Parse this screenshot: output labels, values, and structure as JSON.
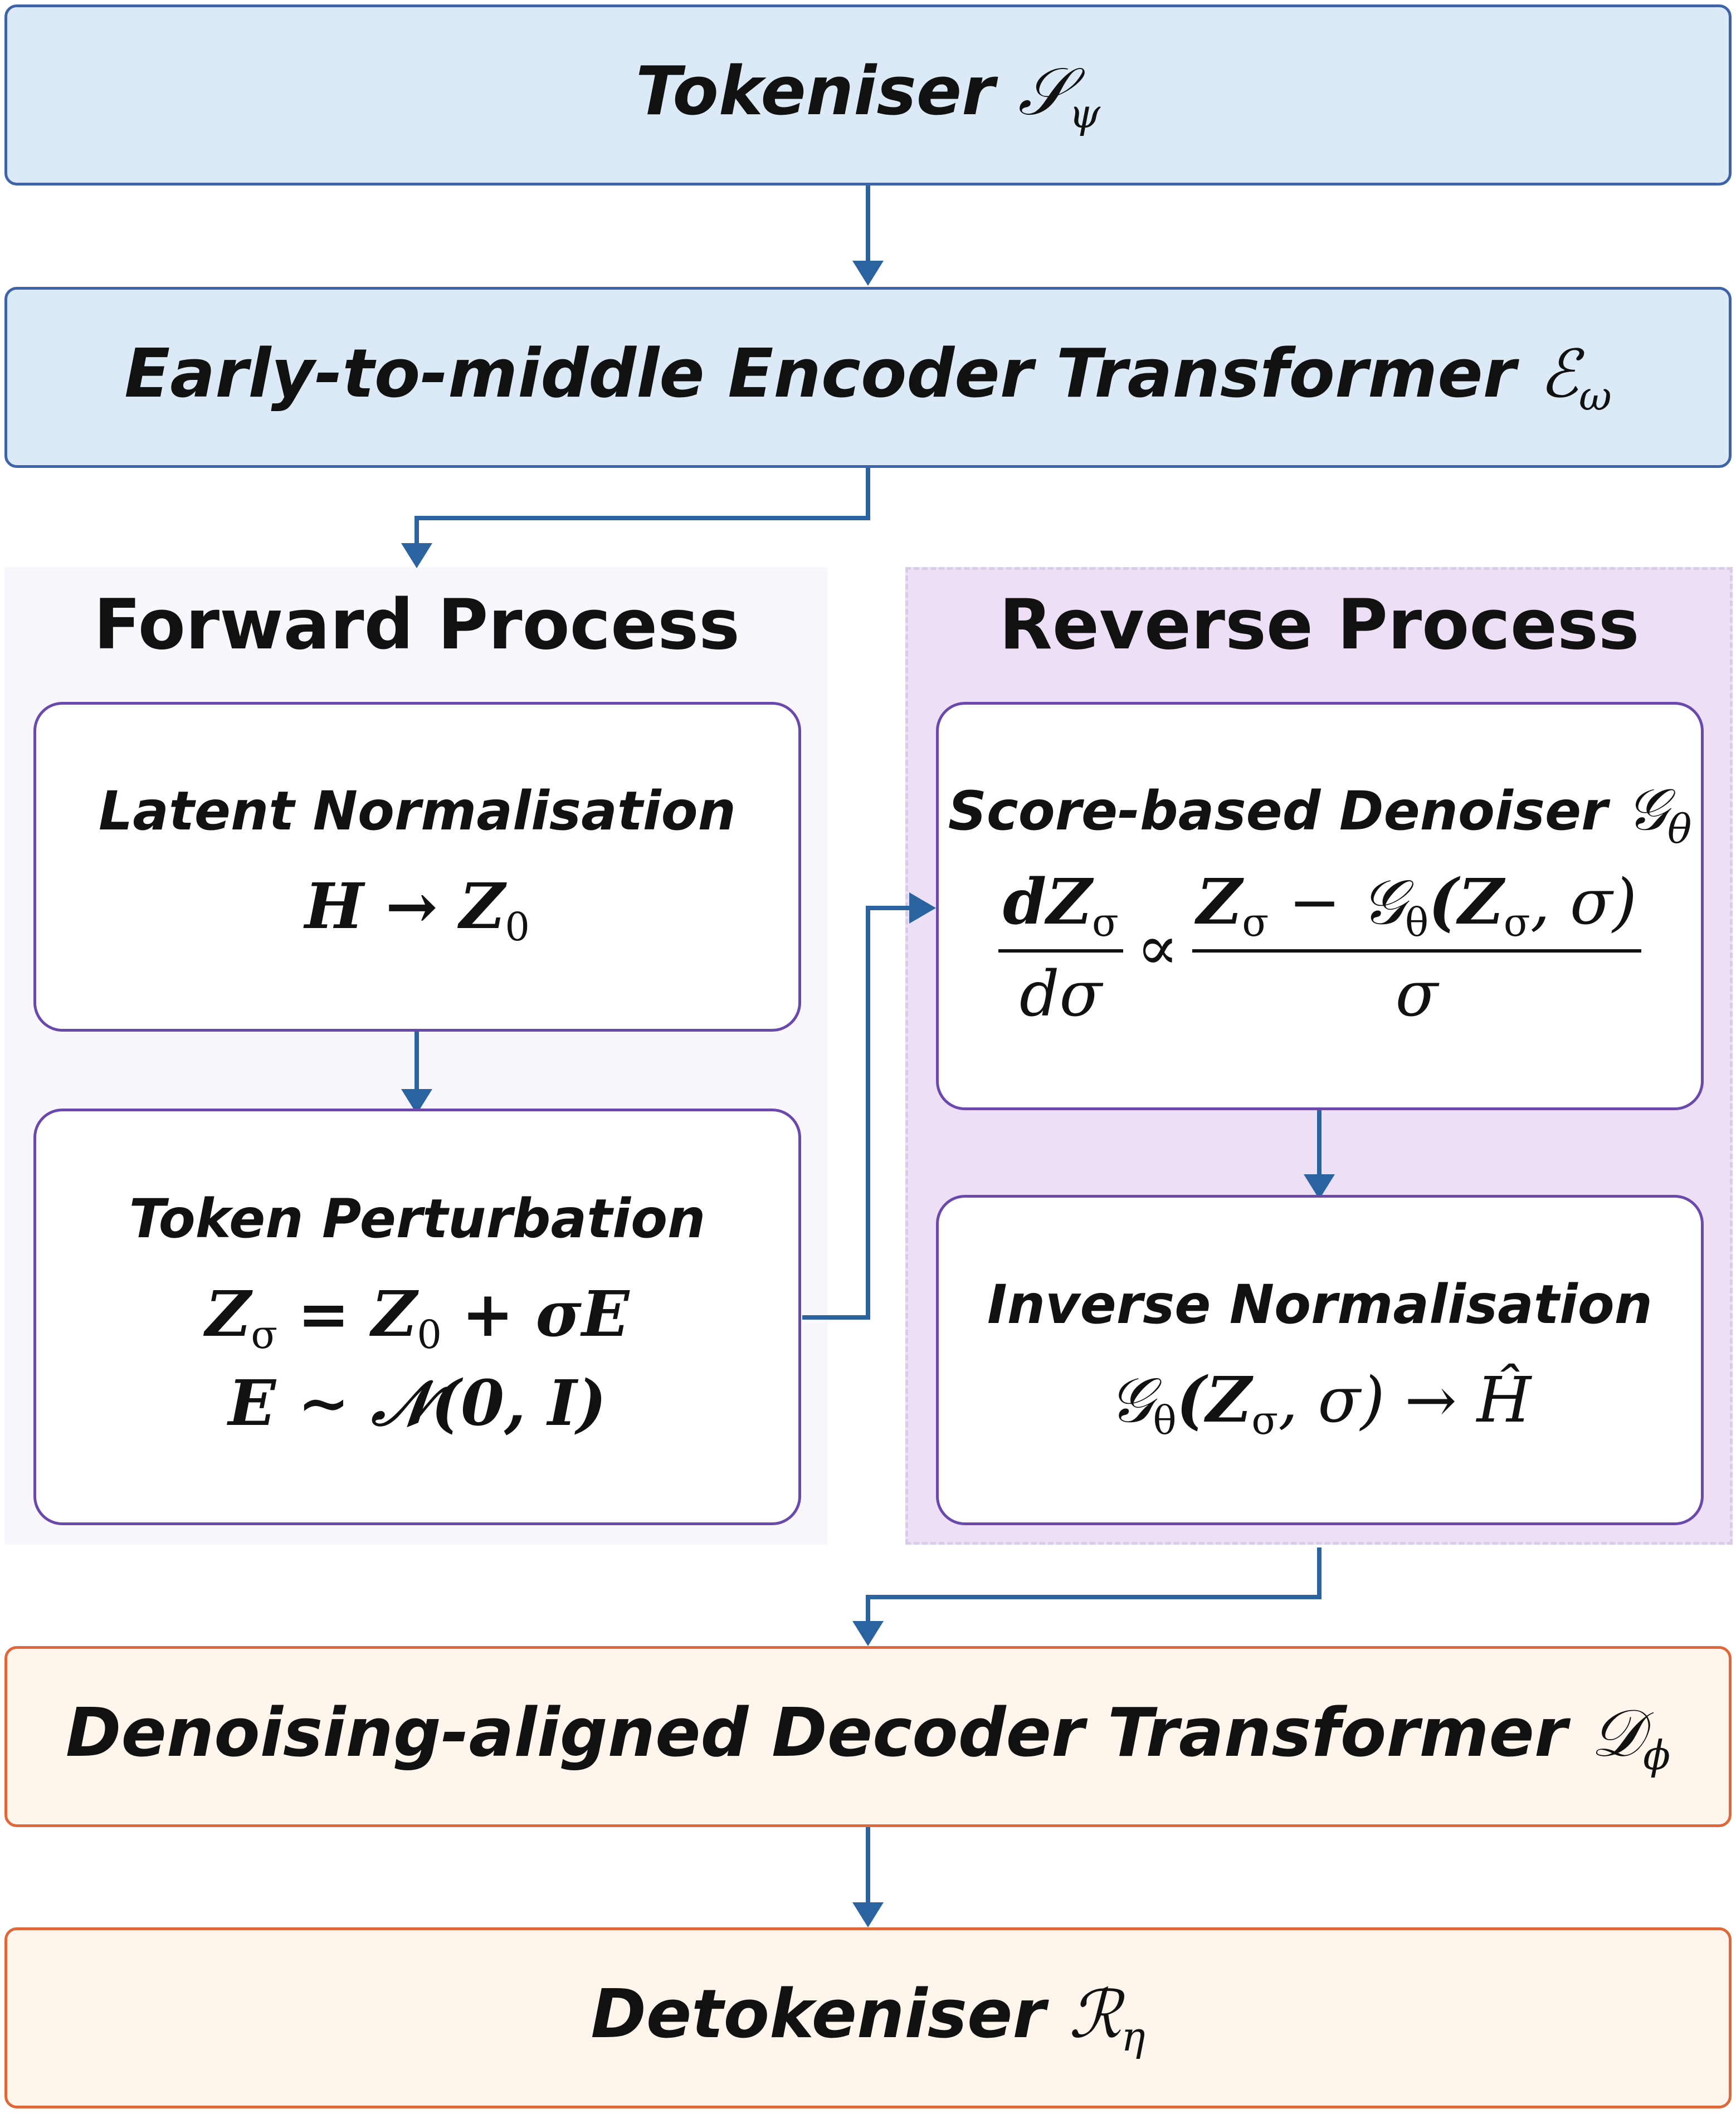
{
  "tokeniser": {
    "label": "Tokeniser",
    "symbol": "𝒮",
    "sub": "ψ"
  },
  "encoder": {
    "label": "Early-to-middle Encoder Transformer",
    "symbol": "ℰ",
    "sub": "ω"
  },
  "forward": {
    "title": "Forward Process",
    "latent_norm": {
      "title": "Latent Normalisation",
      "eq": "H → Z"
    },
    "perturbation": {
      "title": "Token Perturbation",
      "eq1_a": "Z",
      "eq1_b": "= Z",
      "eq1_c": "+ σE",
      "eq2": "E ∼ 𝒩(0, I)"
    }
  },
  "reverse": {
    "title": "Reverse Process",
    "denoiser": {
      "title": "Score-based Denoiser",
      "symbol": "𝒢",
      "sub": "θ",
      "num_left": "dZ",
      "den_left": "dσ",
      "prop": "∝",
      "num_right_a": "Z",
      "num_right_b": " − 𝒢",
      "num_right_c": "(Z",
      "num_right_d": ", σ)",
      "den_right": "σ"
    },
    "inverse_norm": {
      "title": "Inverse Normalisation",
      "eq_a": "𝒢",
      "eq_b": "(Z",
      "eq_c": ", σ) → Ĥ"
    }
  },
  "decoder": {
    "label": "Denoising-aligned Decoder Transformer",
    "symbol": "𝒟",
    "sub": "ϕ"
  },
  "detokeniser": {
    "label": "Detokeniser",
    "symbol": "ℛ",
    "sub": "η"
  },
  "subs": {
    "sigma": "σ",
    "zero": "0",
    "theta": "θ"
  },
  "colors": {
    "arrow": "#2b62a0",
    "blue_fill": "#dce9f7",
    "blue_border": "#3f63a9",
    "orange_fill": "#fef5ec",
    "orange_border": "#e0673a",
    "purple_border": "#6a48ac",
    "reverse_fill": "#ede0f6"
  }
}
